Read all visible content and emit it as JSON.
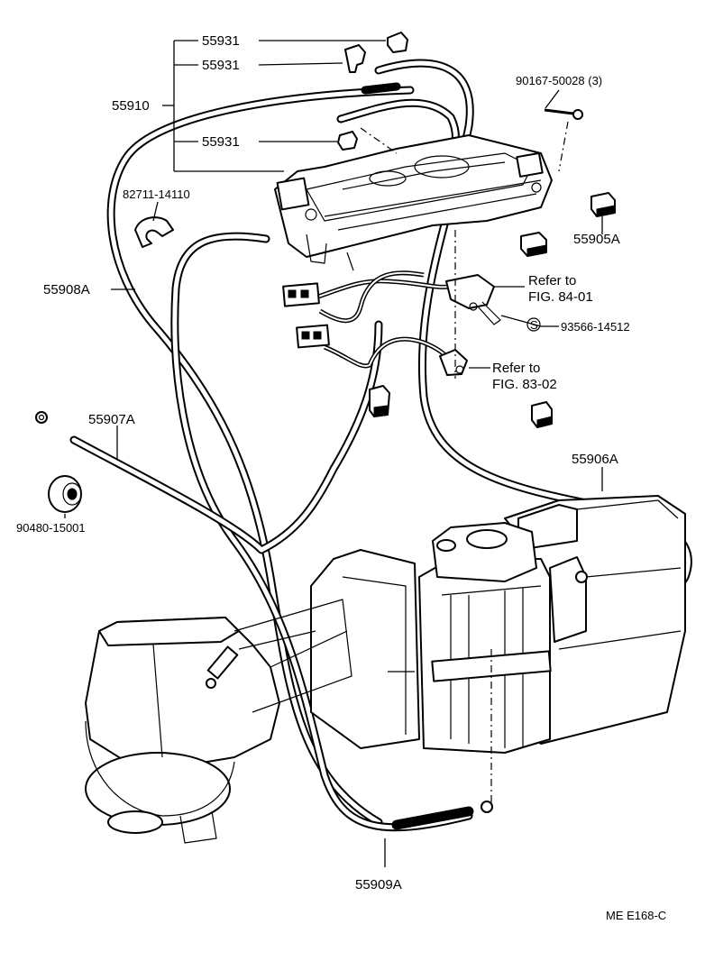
{
  "labels": {
    "p55931_a": "55931",
    "p55931_b": "55931",
    "p55931_c": "55931",
    "p55910": "55910",
    "p90167": "90167-50028 (3)",
    "p82711": "82711-14110",
    "p55905A": "55905A",
    "p55908A": "55908A",
    "refer84_line1": "Refer to",
    "refer84_line2": "FIG. 84-01",
    "p93566": "93566-14512",
    "screw_symbol": "S",
    "refer83_line1": "Refer to",
    "refer83_line2": "FIG. 83-02",
    "p55907A": "55907A",
    "p90480": "90480-15001",
    "p55906A": "55906A",
    "p55909A": "55909A",
    "figure_code": "ME E168-C"
  }
}
